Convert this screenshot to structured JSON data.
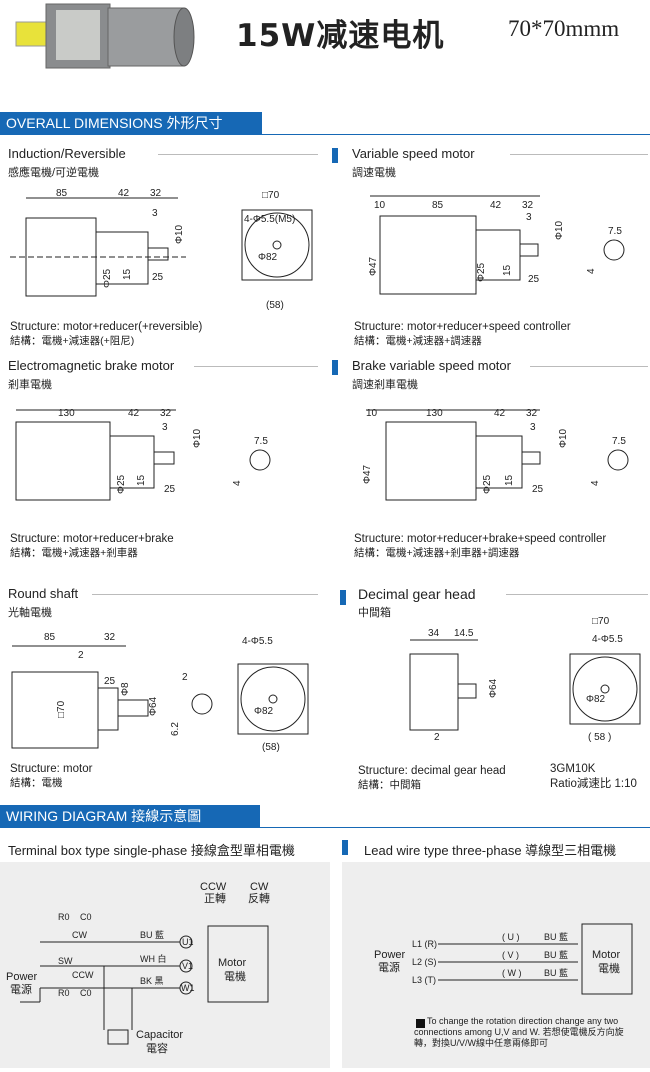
{
  "header": {
    "title": "15W减速电机",
    "size": "70*70mmm"
  },
  "overall": {
    "bar_label": "OVERALL DIMENSIONS  外形尺寸",
    "induction": {
      "title": "Induction/Reversible",
      "subtitle": "感應電機/可逆電機",
      "structure_en": "Structure: motor+reducer(+reversible)",
      "structure_zh": "結構：電機+減速器(+阻尼)",
      "dims": [
        "85",
        "42",
        "32",
        "3",
        "Φ10",
        "Φ25",
        "15",
        "25"
      ],
      "face_dims": [
        "□70",
        "4-Φ5.5(M5)",
        "Φ82",
        "(58)"
      ]
    },
    "variable": {
      "title": "Variable speed motor",
      "subtitle": "調速電機",
      "structure_en": "Structure: motor+reducer+speed controller",
      "structure_zh": "結構：電機+減速器+調速器",
      "dims": [
        "10",
        "85",
        "42",
        "32",
        "3",
        "Φ10",
        "Φ47",
        "Φ25",
        "15",
        "25",
        "7.5",
        "4"
      ]
    },
    "brake": {
      "title": "Electromagnetic brake motor",
      "subtitle": "剎車電機",
      "structure_en": "Structure: motor+reducer+brake",
      "structure_zh": "結構：電機+減速器+剎車器",
      "dims": [
        "130",
        "42",
        "32",
        "3",
        "Φ10",
        "Φ25",
        "15",
        "25",
        "7.5",
        "4"
      ]
    },
    "brake_variable": {
      "title": "Brake variable speed motor",
      "subtitle": "調速剎車電機",
      "structure_en": "Structure: motor+reducer+brake+speed controller",
      "structure_zh": "結構：電機+減速器+剎車器+調速器",
      "dims": [
        "10",
        "130",
        "42",
        "32",
        "3",
        "Φ10",
        "Φ47",
        "Φ25",
        "15",
        "25",
        "7.5",
        "4"
      ]
    },
    "round": {
      "title": "Round shaft",
      "subtitle": "光軸電機",
      "structure_en": "Structure: motor",
      "structure_zh": "結構：電機",
      "dims": [
        "85",
        "32",
        "2",
        "25",
        "Φ8",
        "□70",
        "Φ64",
        "2",
        "6.2",
        "4-Φ5.5",
        "Φ82",
        "(58)"
      ]
    },
    "decimal": {
      "title": "Decimal gear head",
      "subtitle": "中間箱",
      "structure_en": "Structure: decimal gear head",
      "structure_zh": "結構：中間箱",
      "model": "3GM10K",
      "ratio": "Ratio減速比  1:10",
      "dims": [
        "34",
        "14.5",
        "Φ64",
        "2",
        "□70",
        "4-Φ5.5",
        "Φ82",
        "( 58 )"
      ]
    }
  },
  "wiring": {
    "bar_label": "WIRING DIAGRAM  接線示意圖",
    "left": {
      "title": "Terminal box type single-phase 接線盒型單相電機",
      "ccw": "CCW",
      "ccw_zh": "正轉",
      "cw": "CW",
      "cw_zh": "反轉",
      "power": "Power",
      "power_zh": "電源",
      "motor": "Motor",
      "motor_zh": "電機",
      "capacitor": "Capacitor",
      "capacitor_zh": "電容",
      "labels": [
        "R0",
        "C0",
        "CW",
        "SW",
        "CCW",
        "R0",
        "C0",
        "BU 藍",
        "WH 白",
        "BK 黑",
        "U1",
        "V1",
        "W1"
      ]
    },
    "right": {
      "title": "Lead wire type three-phase 導線型三相電機",
      "power": "Power",
      "power_zh": "電源",
      "motor": "Motor",
      "motor_zh": "電機",
      "lines": [
        "L1 (R)",
        "L2 (S)",
        "L3 (T)"
      ],
      "phases": [
        "( U )",
        "( V )",
        "( W )"
      ],
      "wires": [
        "BU 藍",
        "BU 藍",
        "BU 藍"
      ],
      "note": "To change the rotation direction change any two connections among U,V and W. 若想使電機反方向旋轉，對換U/V/W線中任意兩條即可"
    }
  },
  "colors": {
    "accent": "#1668b5",
    "panel": "#eeeeee",
    "line": "#222222"
  }
}
